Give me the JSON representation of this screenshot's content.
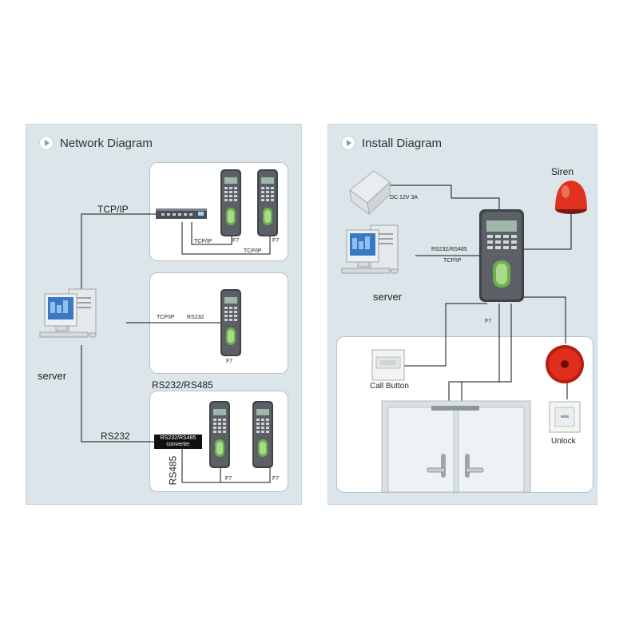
{
  "network": {
    "title": "Network Diagram",
    "tcpip": "TCP/IP",
    "rs232": "RS232",
    "rs232_rs485": "RS232/RS485",
    "server": "server",
    "box1": {
      "link_left": "TCP/IP",
      "link_right": "TCP/IP",
      "dev_a": "F7",
      "dev_b": "F7"
    },
    "box2": {
      "link_a": "TCP/IP",
      "link_b": "RS232",
      "dev": "F7"
    },
    "box3": {
      "converter_line1": "RS232/RS485",
      "converter_line2": "converter",
      "rs485": "RS485",
      "dev_a": "F7",
      "dev_b": "F7"
    }
  },
  "install": {
    "title": "Install Diagram",
    "power": "DC 12V 3A",
    "siren": "Siren",
    "link_a": "RS232/RS485",
    "link_b": "TCP/IP",
    "server": "server",
    "device": "F7",
    "call_button": "Call Button",
    "unlock": "Unlock"
  }
}
